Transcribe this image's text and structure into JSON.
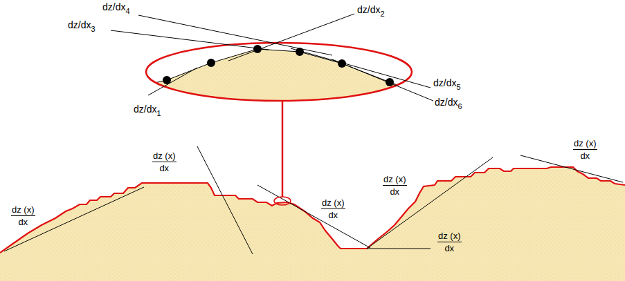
{
  "diagram": {
    "labels": [
      "dz/dx",
      "4",
      "dz/dx",
      "2",
      "dz/dx",
      "3",
      "dz/dx",
      "1",
      "dz/dx",
      "5",
      "dz/dx",
      "6",
      "dz (x)",
      "dx",
      "dz (x)",
      "dx",
      "dz (x)",
      "dx",
      "dz (x)",
      "dx",
      "dz (x)",
      "dx",
      "dz (x)",
      "dx"
    ]
  }
}
